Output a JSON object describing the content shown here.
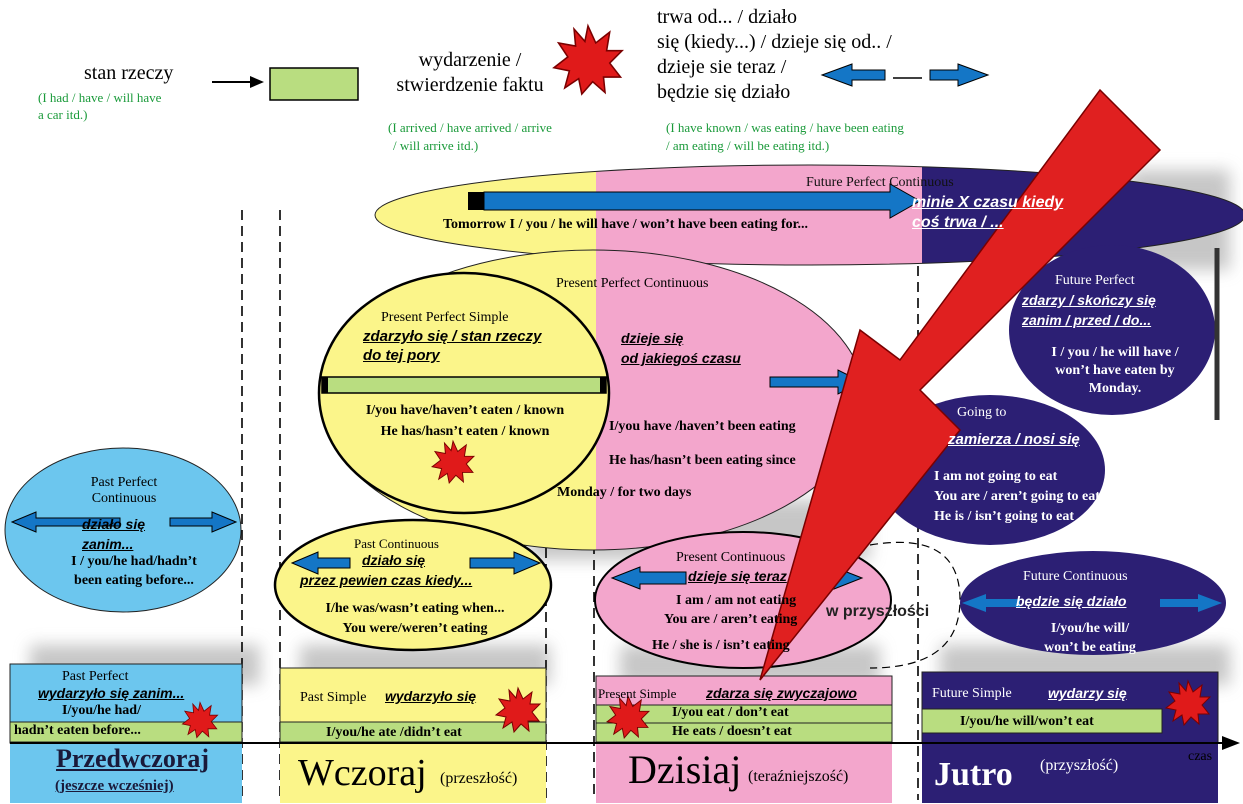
{
  "legend": {
    "state_label": "stan rzeczy",
    "state_examples": [
      "(I had   / have   / will have",
      "a car itd.)"
    ],
    "event_label": [
      "wydarzenie /",
      "stwierdzenie faktu"
    ],
    "event_examples": [
      "(I arrived / have arrived / arrive",
      "/ will arrive itd.)"
    ],
    "duration_label": [
      "trwa od... / działo",
      "się (kiedy...) / dzieje się od.. /",
      "dzieje sie teraz /",
      "będzie się działo"
    ],
    "duration_examples": [
      "(I have known / was   eating   / have been eating",
      "/ am eating  / will be eating  itd.)"
    ]
  },
  "future_perfect_continuous": {
    "title": "Future Perfect Continuous",
    "desc": [
      "minie X czasu kiedy",
      "coś trwa / ..."
    ],
    "example": "Tomorrow I / you / he will have / won’t have been eating for..."
  },
  "present_perfect_continuous": {
    "title": "Present Perfect Continuous",
    "desc": [
      "dzieje się",
      "od jakiegoś czasu"
    ],
    "examples": [
      "I/you have /haven’t been eating",
      "He has/hasn’t been eating since",
      "Monday / for two days"
    ]
  },
  "present_perfect_simple": {
    "title": "Present Perfect Simple",
    "desc": [
      "zdarzyło się / stan rzeczy",
      "do tej pory"
    ],
    "examples": [
      "I/you have/haven’t eaten / known",
      "He has/hasn’t eaten / known"
    ]
  },
  "future_perfect": {
    "title": "Future Perfect",
    "desc": [
      "zdarzy / skończy się",
      "zanim / przed / do..."
    ],
    "examples": [
      "I / you / he will have /",
      "won’t have  eaten by",
      "Monday."
    ]
  },
  "going_to": {
    "title": "Going to",
    "desc": "zamierza / nosi się",
    "examples": [
      "I am not going to eat",
      "You are / aren’t going to eat",
      "He is / isn’t going  to eat"
    ]
  },
  "past_perfect_continuous": {
    "title": [
      "Past Perfect",
      "Continuous"
    ],
    "desc": [
      "działo się",
      "zanim..."
    ],
    "examples": [
      "I / you/he had/hadn’t",
      "been eating before..."
    ]
  },
  "past_continuous": {
    "title": "Past   Continuous",
    "desc": [
      "działo się",
      "przez pewien czas kiedy..."
    ],
    "examples": [
      "I/he was/wasn’t eating when...",
      "You were/weren’t eating"
    ]
  },
  "present_continuous": {
    "title": "Present Continuous",
    "desc": "dzieje się teraz",
    "examples": [
      "I am / am not eating",
      "You are  / aren’t eating",
      "He / she is / isn’t eating"
    ],
    "future_note": "w przyszłości"
  },
  "future_continuous": {
    "title": "Future Continuous",
    "desc": "będzie się działo",
    "examples": [
      "I/you/he will/",
      "won’t be eating"
    ]
  },
  "past_perfect": {
    "title": "Past Perfect",
    "desc": "wydarzyło się zanim...",
    "examples": [
      "I/you/he had/",
      "hadn’t eaten before..."
    ]
  },
  "past_simple": {
    "title": "Past Simple",
    "desc": "wydarzyło się",
    "example": "I/you/he ate  /didn’t eat"
  },
  "present_simple": {
    "title": "Present Simple",
    "desc": "zdarza się zwyczajowo",
    "examples": [
      "I/you eat  / don’t eat",
      "He eats  / doesn’t eat"
    ]
  },
  "future_simple": {
    "title": "Future Simple",
    "desc": "wydarzy się",
    "example": "I/you/he will/won’t eat"
  },
  "timeline": {
    "axis_label": "czas",
    "przedwczoraj": "Przedwczoraj",
    "przedwczoraj_note": "(jeszcze wcześniej)",
    "wczoraj": "Wczoraj",
    "wczoraj_note": "(przeszłość)",
    "dzisiaj": "Dzisiaj",
    "dzisiaj_note": "(teraźniejszość)",
    "jutro": "Jutro",
    "jutro_note": "(przyszłość)"
  },
  "colors": {
    "yellow": "#fbf58a",
    "pink": "#f3a6cc",
    "navy": "#2c1f74",
    "lightblue": "#6cc6ee",
    "green": "#b9dd80",
    "arrow_blue": "#1476c6",
    "big_arrow_red": "#e02020"
  }
}
